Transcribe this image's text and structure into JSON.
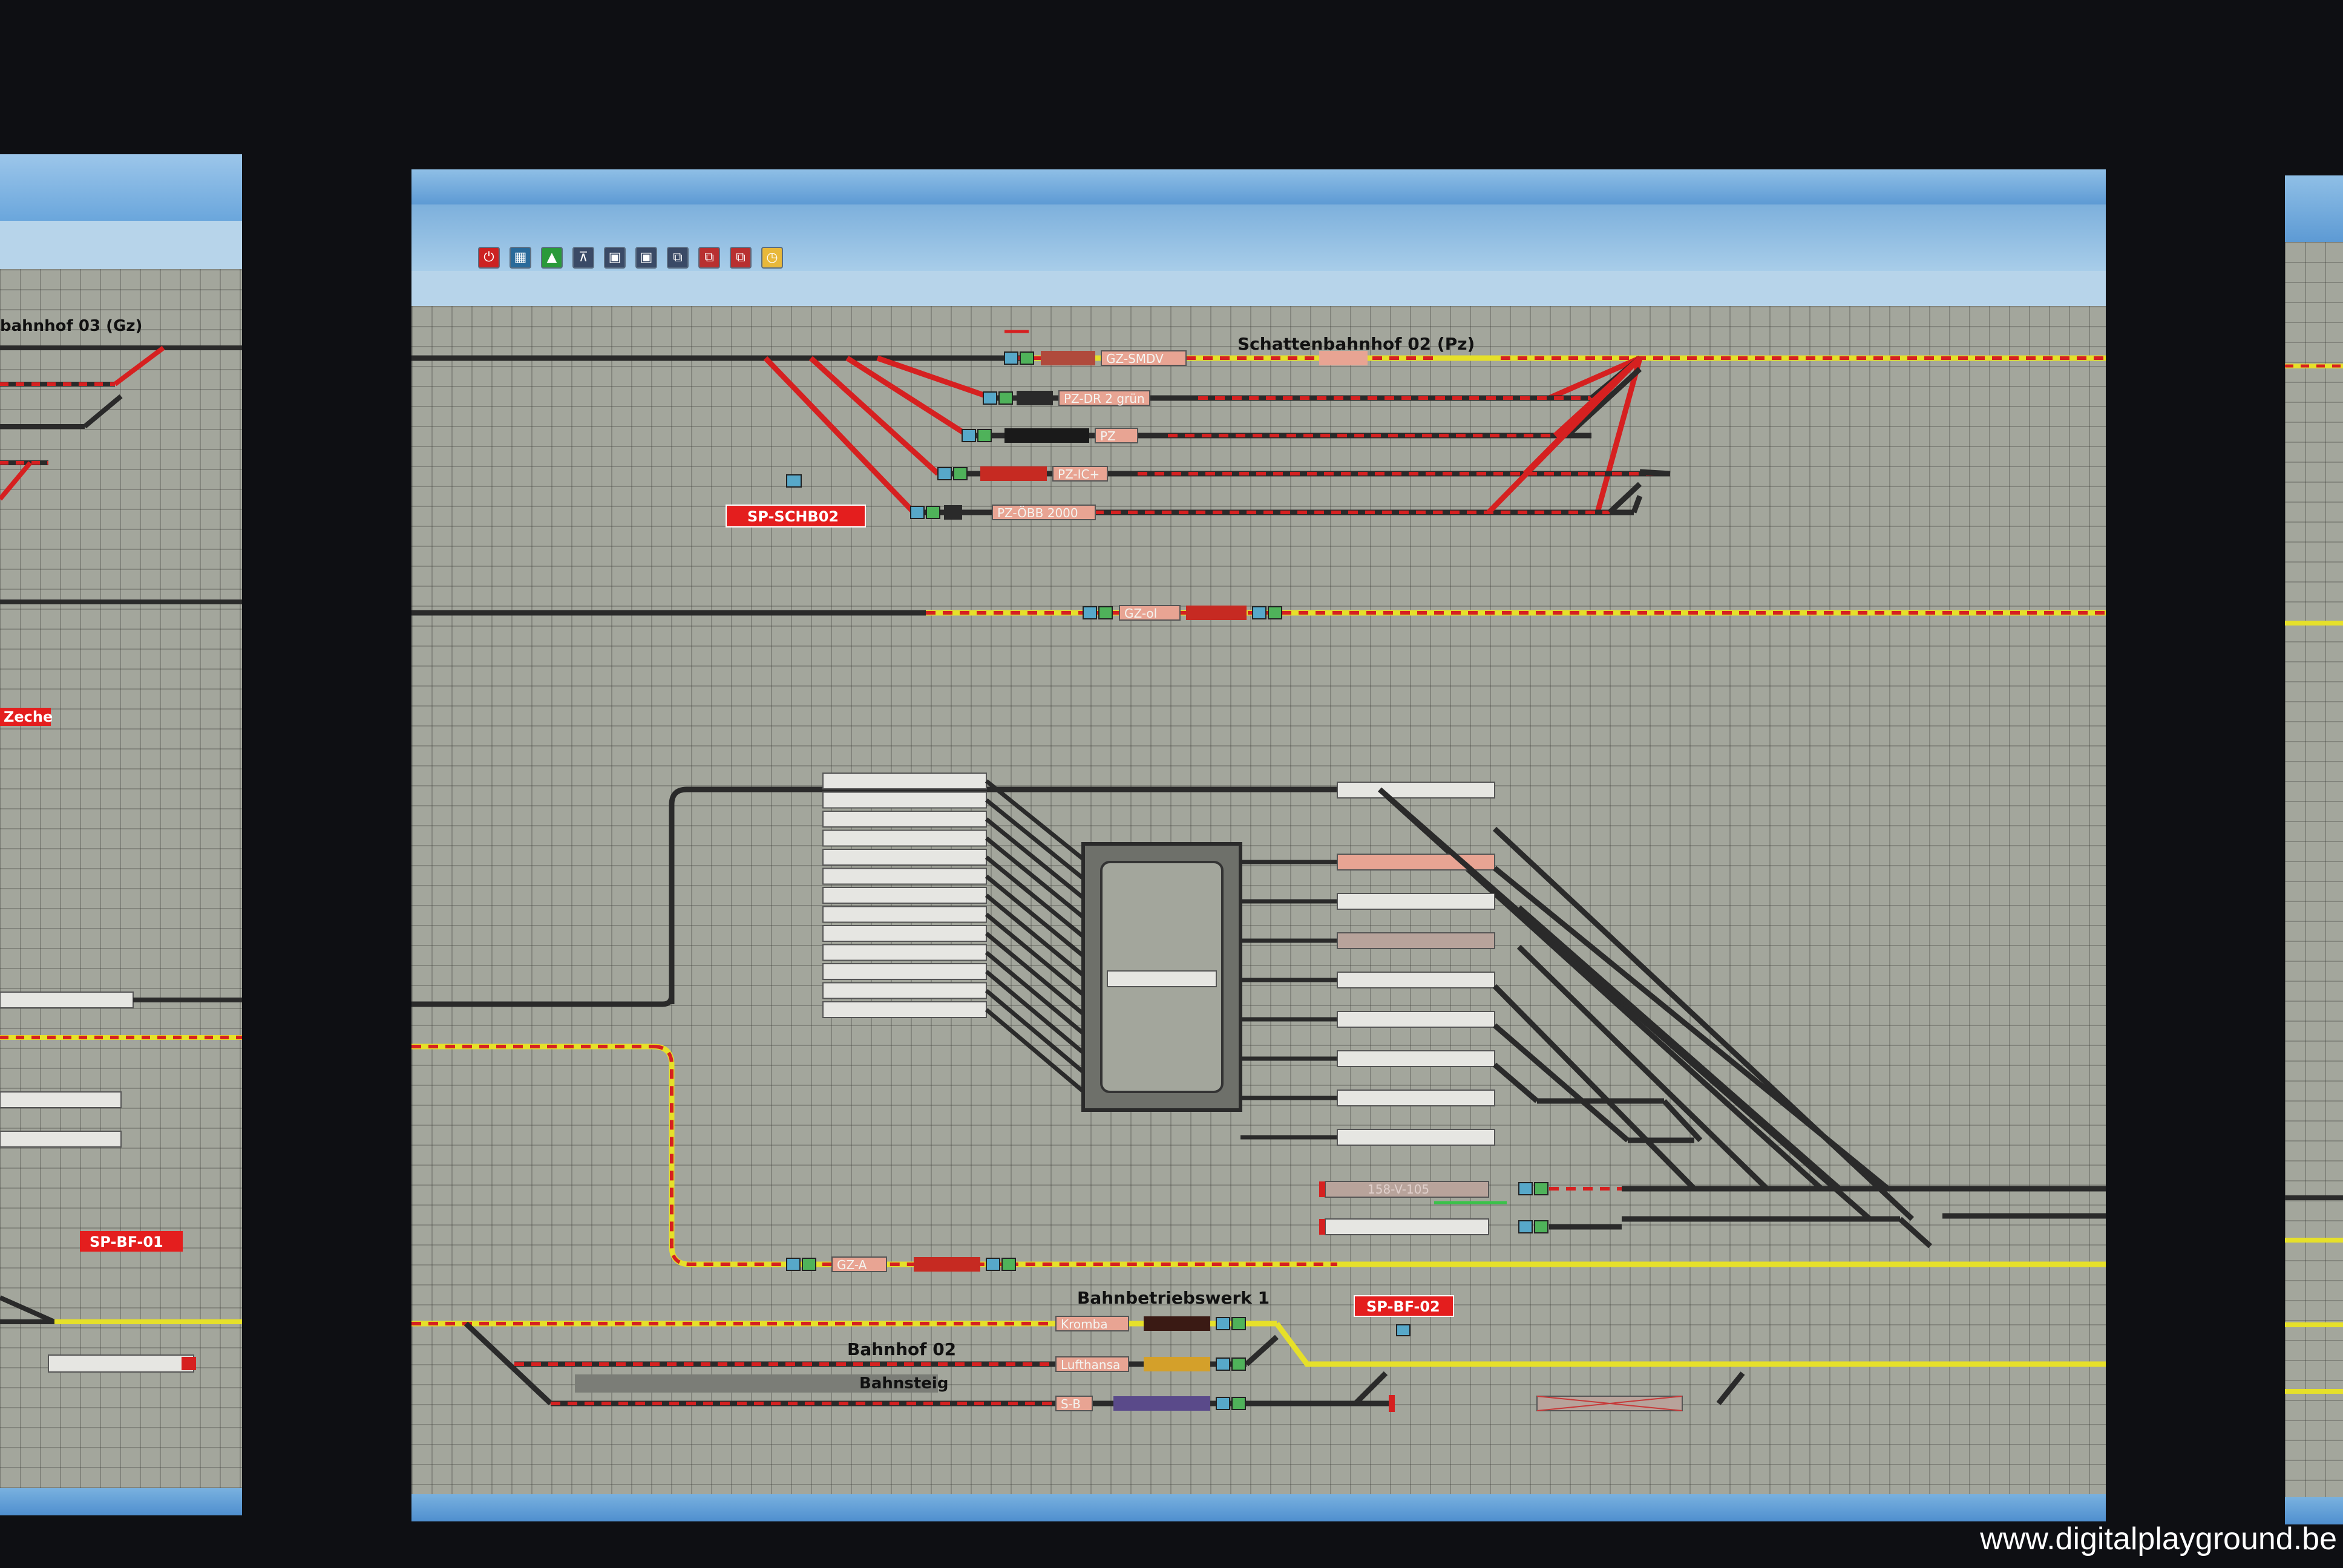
{
  "colors": {
    "screen_bg": "#a3a69c",
    "grid_line": "#7f8279",
    "track": "#2a2a2a",
    "occupied_red": "#d62020",
    "route_yellow": "#e6e02a",
    "label_bg_red": "#e41e1e",
    "train_label_bg": "#e8a493",
    "block_empty": "#e6e6e2",
    "window_blue": "#6aa6dc"
  },
  "toolbar": {
    "buttons": [
      {
        "name": "power-stop-icon",
        "glyph": "⏻",
        "color": "#cc2222"
      },
      {
        "name": "grid-icon",
        "glyph": "▦",
        "color": "#2a6a9a"
      },
      {
        "name": "go-icon",
        "glyph": "▲",
        "color": "#2a9a3a"
      },
      {
        "name": "crane-icon",
        "glyph": "⊼",
        "color": "#3a4a66"
      },
      {
        "name": "block-icon",
        "glyph": "▣",
        "color": "#3a4a66"
      },
      {
        "name": "block-alt-icon",
        "glyph": "▣",
        "color": "#3a4a66"
      },
      {
        "name": "loco-icon",
        "glyph": "⧉",
        "color": "#3a4a66"
      },
      {
        "name": "loco-red-icon",
        "glyph": "⧉",
        "color": "#b83030"
      },
      {
        "name": "loco-red2-icon",
        "glyph": "⧉",
        "color": "#b83030"
      },
      {
        "name": "clock-icon",
        "glyph": "◷",
        "color": "#e8b83a"
      }
    ]
  },
  "layout": {
    "title_shadow_station": "Schattenbahnhof 02 (Pz)",
    "title_depot": "Bahnbetriebswerk 1",
    "title_station": "Bahnhof 02",
    "title_platform": "Bahnsteig",
    "title_shadow_station_left": "bahnhof 03 (Gz)",
    "sp_labels": [
      "SP-SCHB02",
      "SP-BF-02",
      "SP-BF-01"
    ],
    "left_monitor_label_zeche": "Zeche",
    "trains": {
      "shadow1": "GZ-SMDV",
      "shadow2": "PZ-DR 2 grün",
      "shadow3": "PZ",
      "shadow4": "PZ-IC+",
      "shadow5": "PZ-ÖBB 2000",
      "main_line": "GZ-ol",
      "depot_in": "GZ-A",
      "depot_blocked": "158-V-105",
      "station1": "Kromba",
      "station2": "Lufthansa",
      "station3": "S-B"
    }
  },
  "watermark": "www.digitalplayground.be"
}
